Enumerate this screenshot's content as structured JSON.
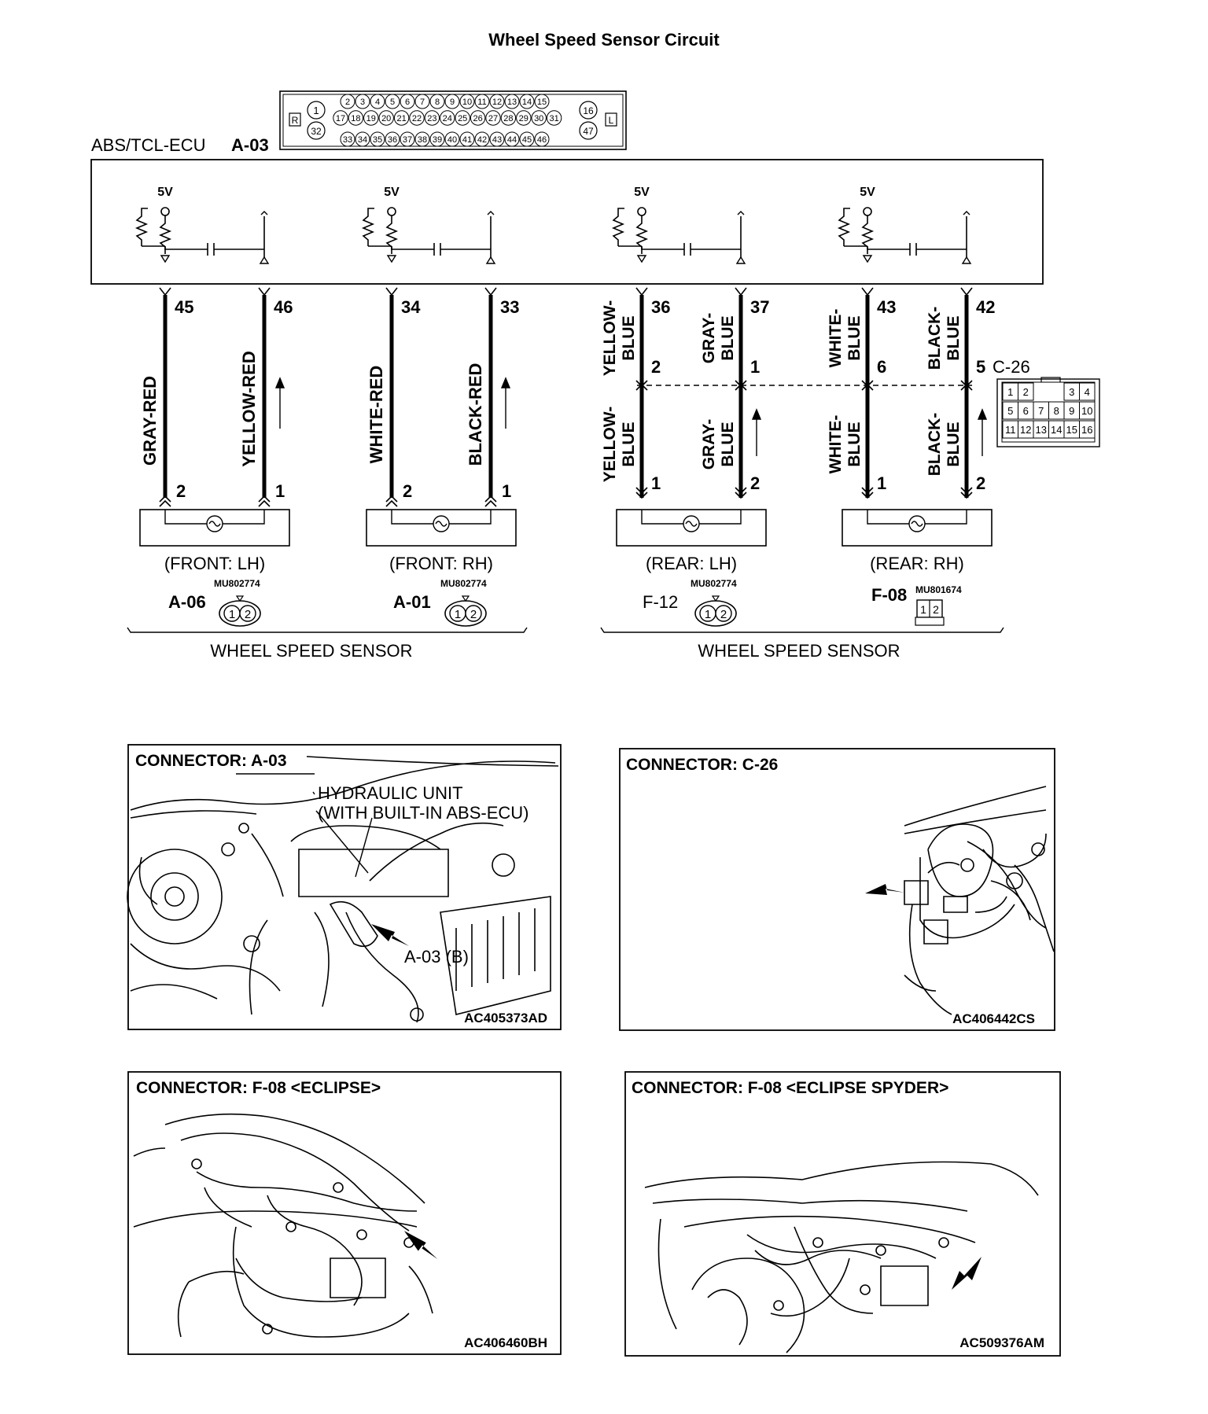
{
  "title": "Wheel Speed Sensor Circuit",
  "ecu": {
    "label": "ABS/TCL-ECU",
    "code": "A-03",
    "connector": {
      "side_left": "R",
      "side_right": "L",
      "row1": [
        "2",
        "3",
        "4",
        "5",
        "6",
        "7",
        "8",
        "9",
        "10",
        "11",
        "12",
        "13",
        "14",
        "15"
      ],
      "row2": [
        "17",
        "18",
        "19",
        "20",
        "21",
        "22",
        "23",
        "24",
        "25",
        "26",
        "27",
        "28",
        "29",
        "30",
        "31"
      ],
      "row3": [
        "33",
        "34",
        "35",
        "36",
        "37",
        "38",
        "39",
        "40",
        "41",
        "42",
        "43",
        "44",
        "45",
        "46"
      ],
      "pin_1": "1",
      "pin_32": "32",
      "pin_16": "16",
      "pin_47": "47"
    },
    "supply": "5V"
  },
  "wires": {
    "front_lh": {
      "pin_a": "45",
      "pin_b": "46",
      "color_a": "GRAY-RED",
      "color_b": "YELLOW-RED",
      "term_a": "2",
      "term_b": "1"
    },
    "front_rh": {
      "pin_a": "34",
      "pin_b": "33",
      "color_a": "WHITE-RED",
      "color_b": "BLACK-RED",
      "term_a": "2",
      "term_b": "1"
    },
    "rear_lh": {
      "pin_a": "36",
      "pin_b": "37",
      "upper_a1": "YELLOW-",
      "upper_a2": "BLUE",
      "upper_b1": "GRAY-",
      "upper_b2": "BLUE",
      "c26_a": "2",
      "c26_b": "1",
      "lower_a1": "YELLOW-",
      "lower_a2": "BLUE",
      "lower_b1": "GRAY-",
      "lower_b2": "BLUE",
      "term_a": "1",
      "term_b": "2"
    },
    "rear_rh": {
      "pin_a": "43",
      "pin_b": "42",
      "upper_a1": "WHITE-",
      "upper_a2": "BLUE",
      "upper_b1": "BLACK-",
      "upper_b2": "BLUE",
      "c26_a": "6",
      "c26_b": "5",
      "lower_a1": "WHITE-",
      "lower_a2": "BLUE",
      "lower_b1": "BLACK-",
      "lower_b2": "BLUE",
      "term_a": "1",
      "term_b": "2"
    }
  },
  "c26": {
    "label": "C-26",
    "row1": [
      "1",
      "2",
      "3",
      "4"
    ],
    "row2": [
      "5",
      "6",
      "7",
      "8",
      "9",
      "10"
    ],
    "row3": [
      "11",
      "12",
      "13",
      "14",
      "15",
      "16"
    ]
  },
  "sensors": {
    "front_lh": {
      "name": "(FRONT: LH)",
      "code": "A-06",
      "part": "MU802774",
      "p1": "1",
      "p2": "2"
    },
    "front_rh": {
      "name": "(FRONT: RH)",
      "code": "A-01",
      "part": "MU802774",
      "p1": "1",
      "p2": "2"
    },
    "rear_lh": {
      "name": "(REAR: LH)",
      "code": "F-12",
      "part": "MU802774",
      "p1": "1",
      "p2": "2"
    },
    "rear_rh": {
      "name": "(REAR: RH)",
      "code": "F-08",
      "part": "MU801674",
      "p1": "1",
      "p2": "2"
    },
    "group_left": "WHEEL SPEED SENSOR",
    "group_right": "WHEEL SPEED SENSOR"
  },
  "panels": {
    "a03": {
      "title": "CONNECTOR: A-03",
      "callout1": "HYDRAULIC UNIT",
      "callout2": "(WITH BUILT-IN ABS-ECU)",
      "callout3": "A-03 (B)",
      "ref": "AC405373AD"
    },
    "c26": {
      "title": "CONNECTOR: C-26",
      "ref": "AC406442CS"
    },
    "f08e": {
      "title": "CONNECTOR: F-08 <ECLIPSE>",
      "ref": "AC406460BH"
    },
    "f08s": {
      "title": "CONNECTOR: F-08 <ECLIPSE SPYDER>",
      "ref": "AC509376AM"
    }
  }
}
